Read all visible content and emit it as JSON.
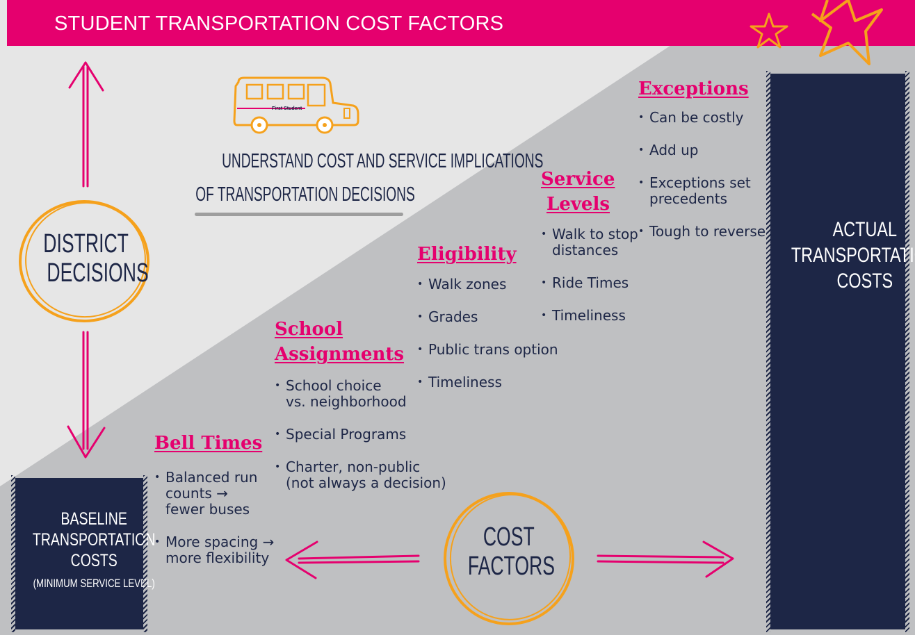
{
  "title": "STUDENT TRANSPORTATION COST FACTORS",
  "bus_brand": "First Student",
  "tagline": [
    "UNDERSTAND COST AND SERVICE IMPLICATIONS",
    "OF TRANSPORTATION DECISIONS"
  ],
  "district_decisions": [
    "DISTRICT",
    "DECISIONS"
  ],
  "cost_factors_label": [
    "COST",
    "FACTORS"
  ],
  "baseline": {
    "lines": [
      "BASELINE",
      "TRANSPORTATION",
      "COSTS"
    ],
    "sub": "(MINIMUM SERVICE LEVEL)"
  },
  "actual": {
    "lines": [
      "ACTUAL",
      "TRANSPORTATION",
      "COSTS"
    ]
  },
  "factors": [
    {
      "heading": [
        "Bell Times"
      ],
      "bullets": [
        "Balanced run\ncounts →\nfewer buses",
        "More spacing →\nmore flexibility"
      ]
    },
    {
      "heading": [
        "School",
        "Assignments"
      ],
      "bullets": [
        "School choice\nvs. neighborhood",
        "Special Programs",
        "Charter, non-public\n(not always a decision)"
      ]
    },
    {
      "heading": [
        "Eligibility"
      ],
      "bullets": [
        "Walk zones",
        "Grades",
        "Public trans option",
        "Timeliness"
      ]
    },
    {
      "heading": [
        "Service",
        "Levels"
      ],
      "bullets": [
        "Walk to stop\ndistances",
        "Ride Times",
        "Timeliness"
      ]
    },
    {
      "heading": [
        "Exceptions"
      ],
      "bullets": [
        "Can be costly",
        "Add up",
        "Exceptions set\nprecedents",
        "Tough to reverse"
      ]
    }
  ],
  "colors": {
    "pink": "#e5006e",
    "navy": "#1d2646",
    "orange": "#f5a11c",
    "gray_dark": "#bfc0c2",
    "gray_light": "#e6e6e6"
  }
}
